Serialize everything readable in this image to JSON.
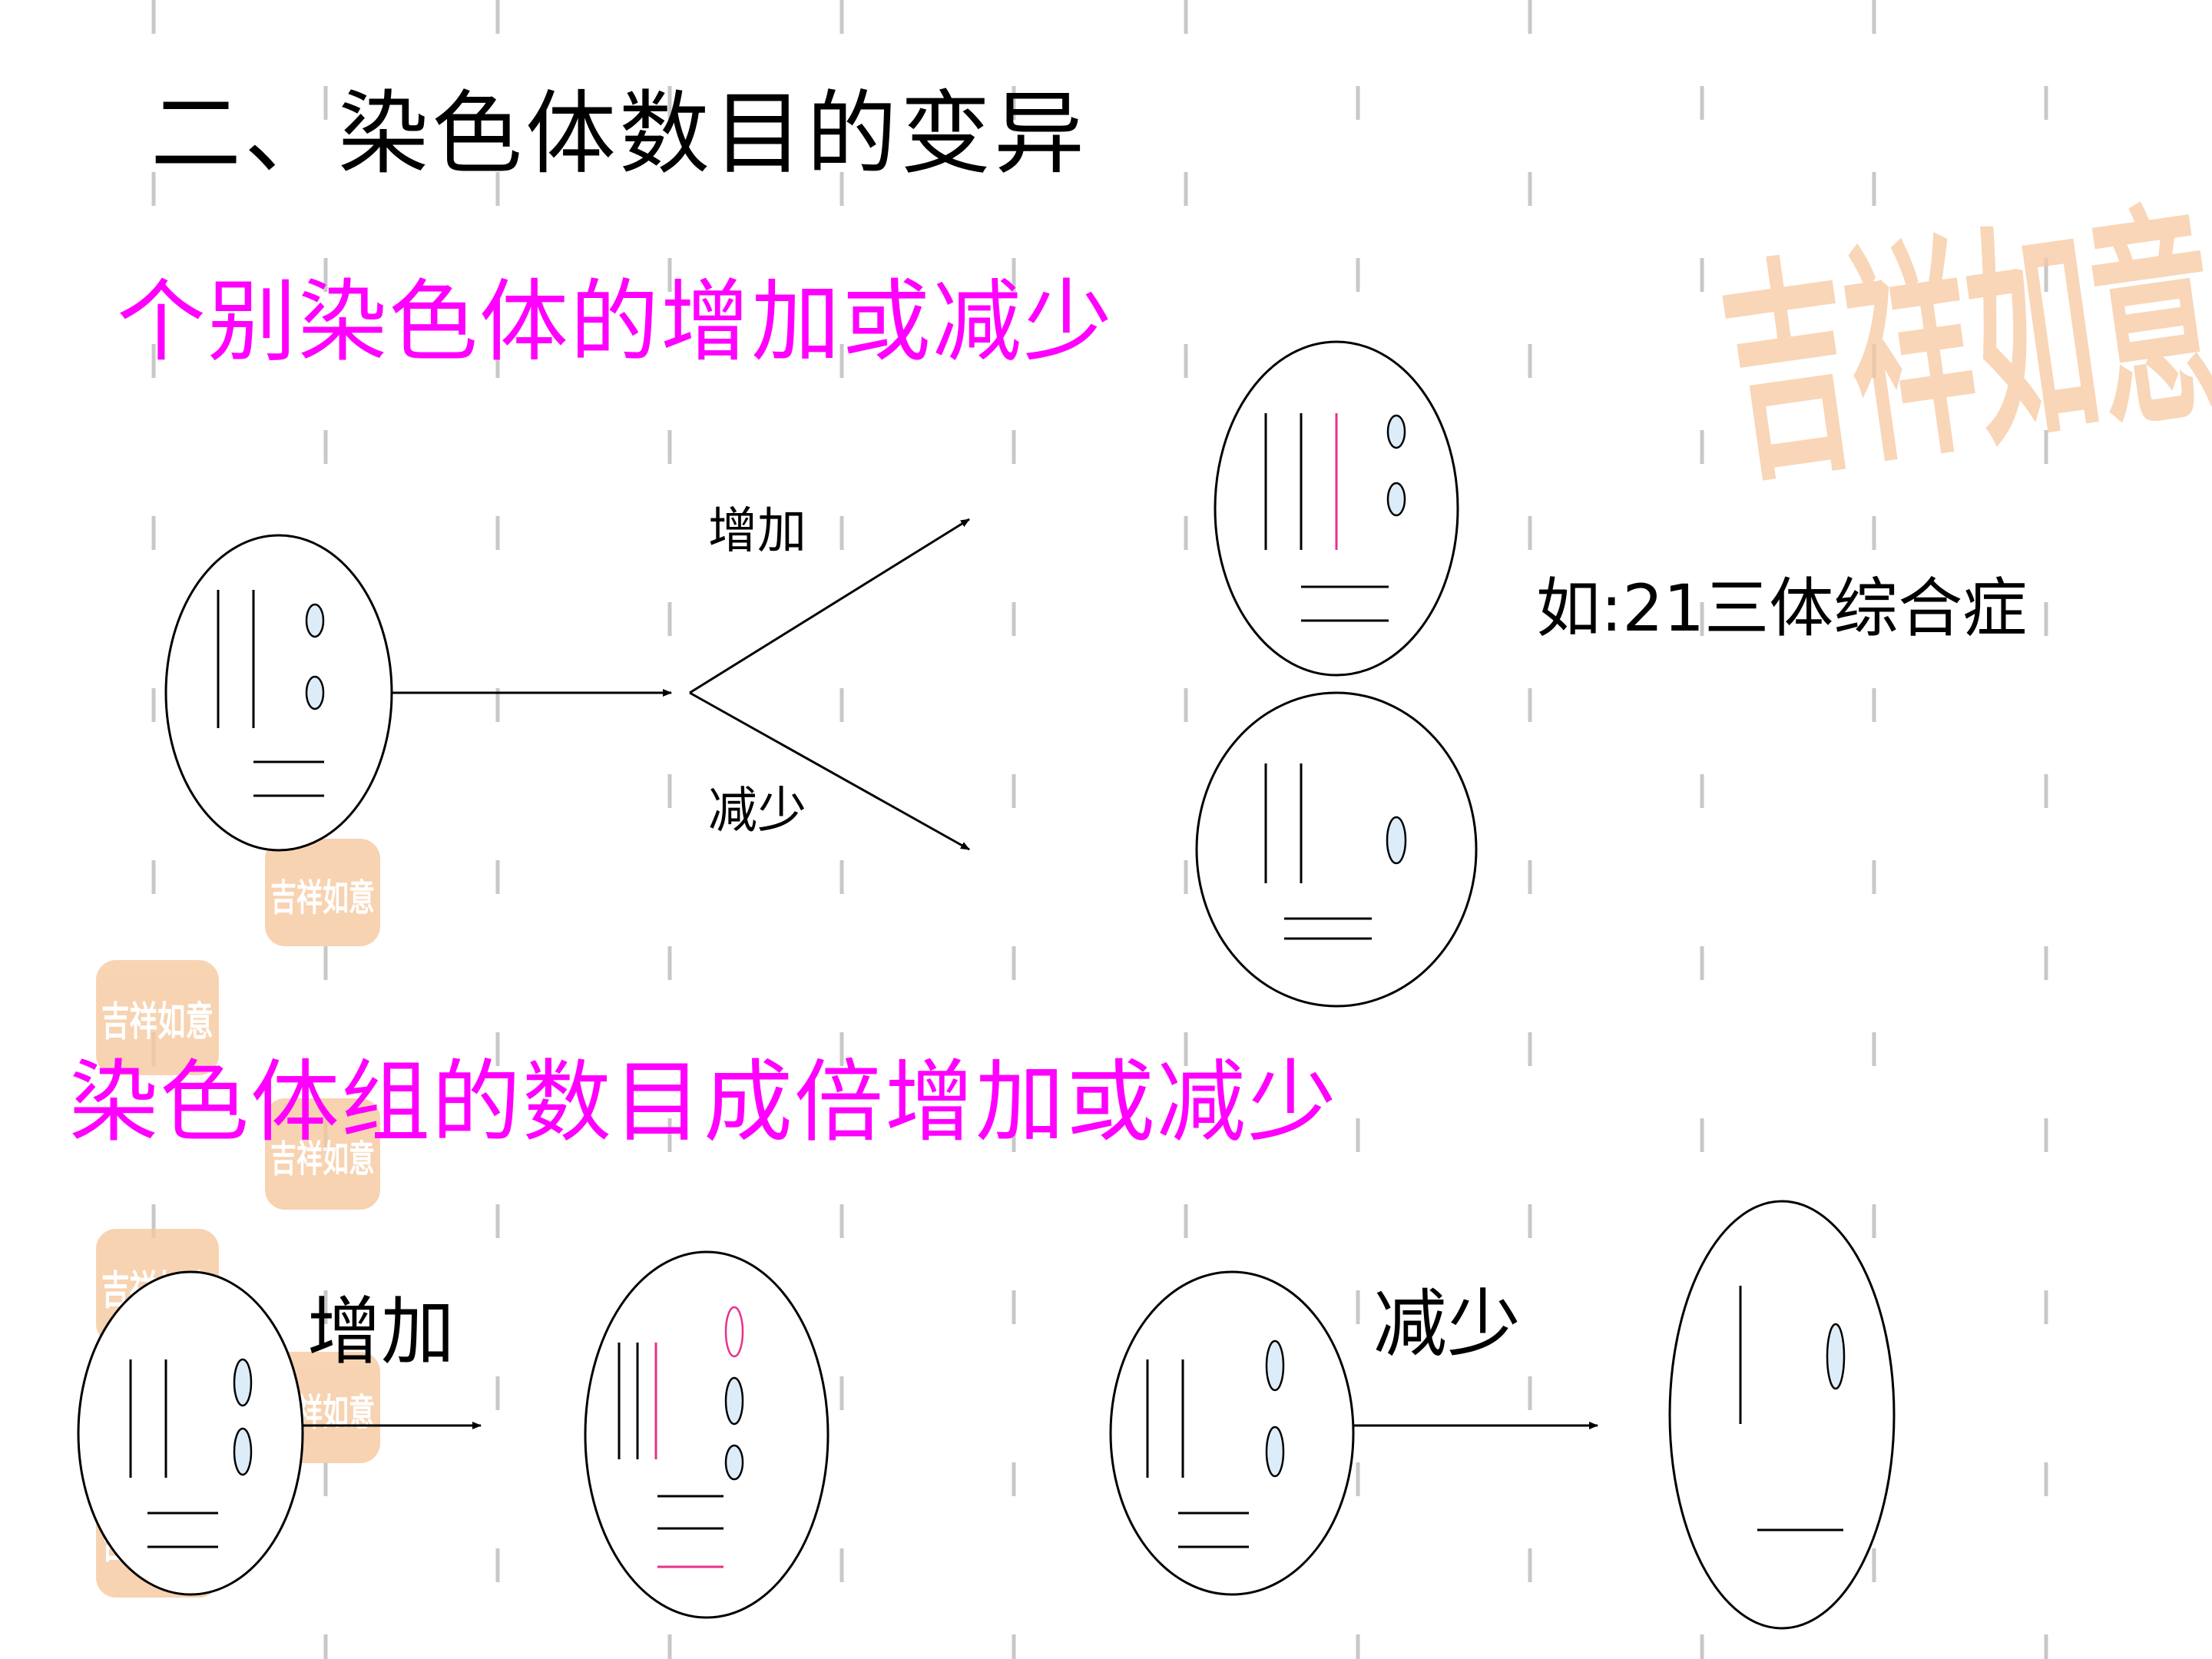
{
  "title": "二、染色体数目的变异",
  "heading_individual": "个别染色体的增加或减少",
  "heading_set": "染色体组的数目成倍增加或减少",
  "labels": {
    "increase_top": "增加",
    "decrease_top": "减少",
    "increase_bottom": "增加",
    "decrease_bottom": "减少"
  },
  "example": "如:21三体综合症",
  "watermark": {
    "text": "吉祥如意",
    "color": "#f6c9a0"
  },
  "colors": {
    "heading": "#ff00ff",
    "extra_chromosome": "#e8308a",
    "short_chromosome_fill": "#dcecf8",
    "background_dash": "#c8c8c8"
  }
}
